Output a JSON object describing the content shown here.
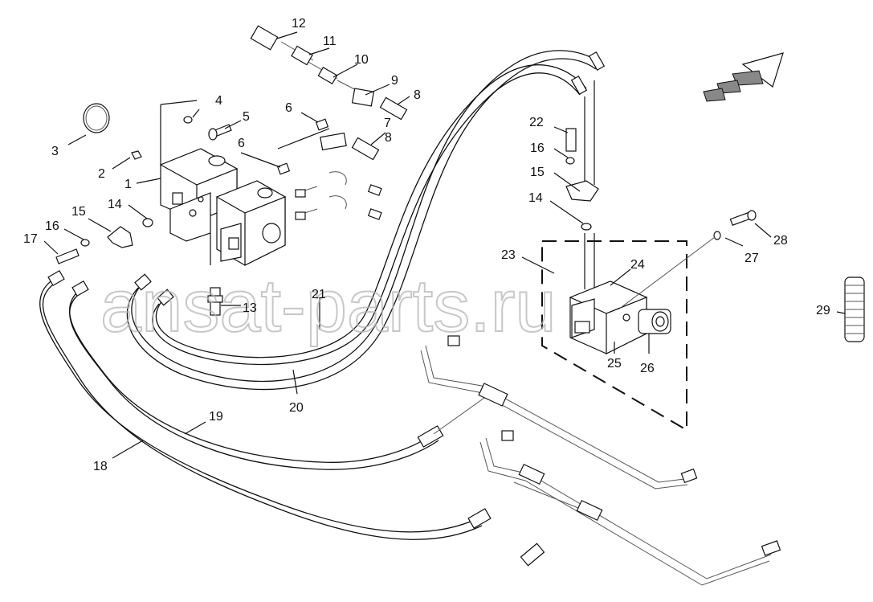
{
  "watermark": "ansat-parts.ru",
  "callouts": {
    "p1": "1",
    "p2": "2",
    "p3": "3",
    "p4": "4",
    "p5": "5",
    "p6a": "6",
    "p6b": "6",
    "p7": "7",
    "p8a": "8",
    "p8b": "8",
    "p9": "9",
    "p10": "10",
    "p11": "11",
    "p12": "12",
    "p13": "13",
    "p14a": "14",
    "p14b": "14",
    "p15a": "15",
    "p15b": "15",
    "p16a": "16",
    "p16b": "16",
    "p17": "17",
    "p18": "18",
    "p19": "19",
    "p20": "20",
    "p21": "21",
    "p22": "22",
    "p23": "23",
    "p24": "24",
    "p25": "25",
    "p26": "26",
    "p27": "27",
    "p28": "28",
    "p29": "29"
  }
}
